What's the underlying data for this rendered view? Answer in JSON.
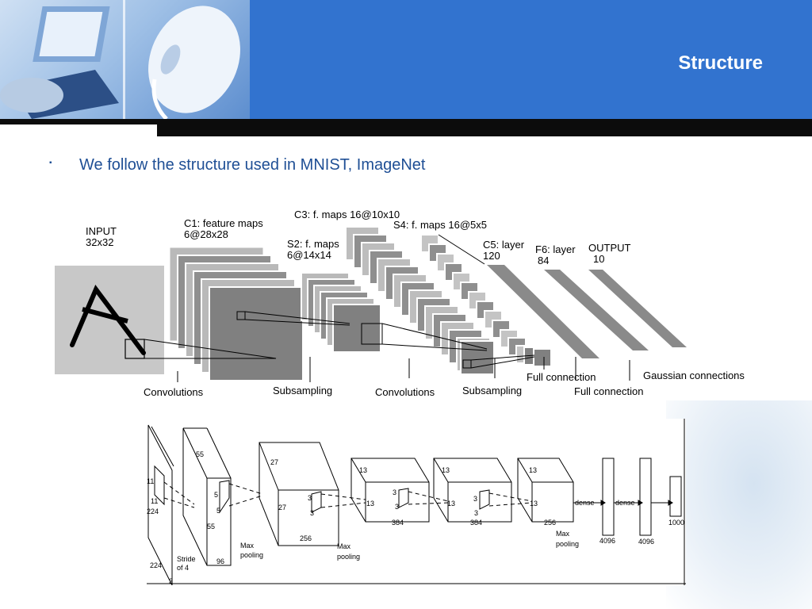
{
  "slide": {
    "title": "Structure",
    "bullet": "We follow the structure used in MNIST, ImageNet",
    "bullet_marker": "▪"
  },
  "lenet": {
    "input_label": "INPUT",
    "input_size": "32x32",
    "c1_label": "C1: feature maps",
    "c1_size": "6@28x28",
    "s2_label": "S2: f. maps",
    "s2_size": "6@14x14",
    "c3_label": "C3: f. maps 16@10x10",
    "s4_label": "S4: f. maps 16@5x5",
    "c5_label": "C5: layer",
    "c5_size": "120",
    "f6_label": "F6: layer",
    "f6_size": "84",
    "output_label": "OUTPUT",
    "output_size": "10",
    "op_convolutions_1": "Convolutions",
    "op_subsampling_1": "Subsampling",
    "op_convolutions_2": "Convolutions",
    "op_subsampling_2": "Subsampling",
    "op_full_connection_1": "Full connection",
    "op_full_connection_2": "Full connection",
    "op_gaussian": "Gaussian connections"
  },
  "alexnet": {
    "in_11a": "11",
    "in_11b": "11",
    "in_224a": "224",
    "in_224b": "224",
    "in_3": "3",
    "stride": "Stride",
    "stride_of": "of 4",
    "l1_55a": "55",
    "l1_55b": "55",
    "l1_5a": "5",
    "l1_5b": "5",
    "l1_96": "96",
    "maxpool1a": "Max",
    "maxpool1b": "pooling",
    "l2_27a": "27",
    "l2_27b": "27",
    "l2_3a": "3",
    "l2_3b": "3",
    "l2_256": "256",
    "maxpool2a": "Max",
    "maxpool2b": "pooling",
    "l3_13a": "13",
    "l3_13b": "13",
    "l3_3a": "3",
    "l3_3b": "3",
    "l3_384": "384",
    "l4_13a": "13",
    "l4_13b": "13",
    "l4_3a": "3",
    "l4_3b": "3",
    "l4_384": "384",
    "l5_13a": "13",
    "l5_13b": "13",
    "l5_256": "256",
    "maxpool3a": "Max",
    "maxpool3b": "pooling",
    "dense1": "dense",
    "dense2": "dense",
    "fc1_4096": "4096",
    "fc2_4096": "4096",
    "fc3_1000": "1000"
  }
}
